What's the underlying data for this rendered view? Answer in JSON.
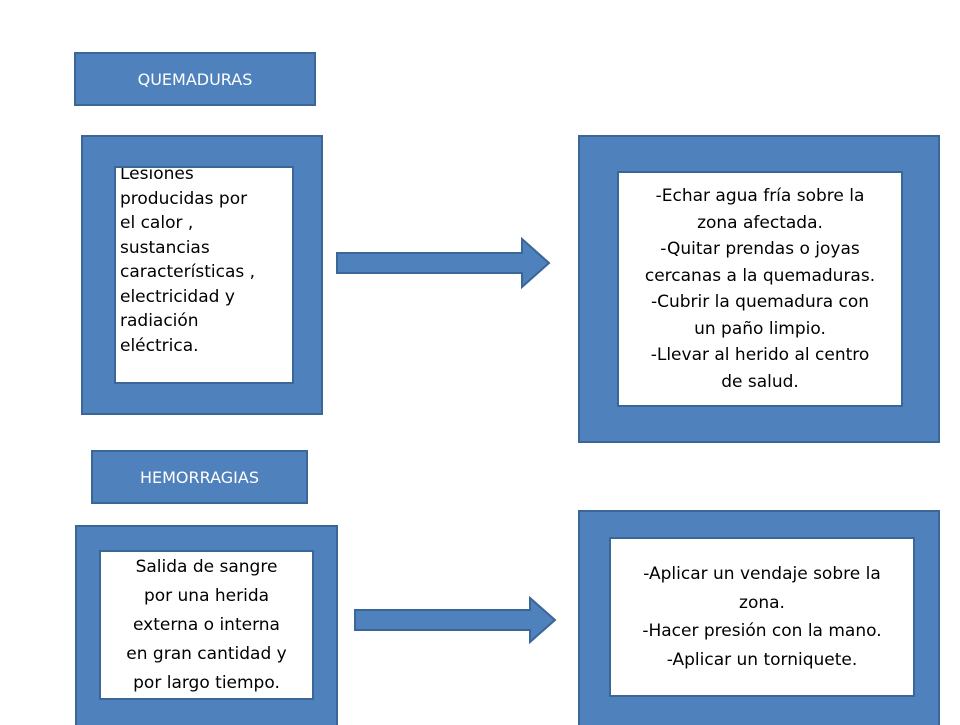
{
  "sections": [
    {
      "title": "QUEMADURAS",
      "definition_lines": [
        "Lesiones",
        "producidas por",
        "el calor ,",
        "sustancias",
        "características ,",
        "electricidad y",
        "radiación",
        "eléctrica."
      ],
      "actions_lines": [
        "-Echar agua fría sobre la",
        "zona afectada.",
        "-Quitar prendas o joyas",
        "cercanas a la quemaduras.",
        "-Cubrir la quemadura con",
        "un paño limpio.",
        "-Llevar al herido al centro",
        "de salud."
      ]
    },
    {
      "title": "HEMORRAGIAS",
      "definition_lines": [
        "Salida de sangre",
        "por una herida",
        "externa o interna",
        "en gran cantidad y",
        "por largo tiempo."
      ],
      "actions_lines": [
        "-Aplicar un vendaje sobre la",
        "zona.",
        "-Hacer presión con la mano.",
        "-Aplicar un torniquete."
      ]
    }
  ],
  "colors": {
    "box_fill": "#4f81bd",
    "box_border": "#3a6698"
  }
}
